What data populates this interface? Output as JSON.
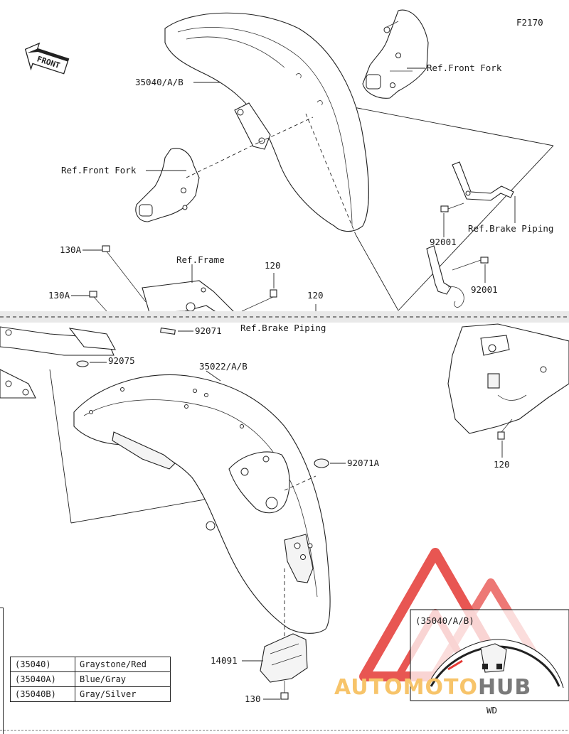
{
  "diagram": {
    "code": "F2170",
    "front_arrow": "FRONT",
    "callouts": {
      "front_fender": "35040/A/B",
      "ref_front_fork_right": "Ref.Front Fork",
      "ref_front_fork_left": "Ref.Front Fork",
      "ref_brake_piping_upper": "Ref.Brake Piping",
      "ref_brake_piping_lower": "Ref.Brake Piping",
      "ref_frame": "Ref.Frame",
      "bolt_92001_a": "92001",
      "bolt_92001_b": "92001",
      "bolt_130a_a": "130A",
      "bolt_130a_b": "130A",
      "bolt_120_a": "120",
      "bolt_120_b": "120",
      "bolt_120_c": "120",
      "part_92071": "92071",
      "part_92075": "92075",
      "rear_fender": "35022/A/B",
      "part_92071a": "92071A",
      "part_14091": "14091",
      "bolt_130": "130"
    },
    "inset": {
      "title": "(35040/A/B)",
      "label": "WD"
    },
    "legend": [
      {
        "code": "(35040)",
        "color": "Graystone/Red"
      },
      {
        "code": "(35040A)",
        "color": "Blue/Gray"
      },
      {
        "code": "(35040B)",
        "color": "Gray/Silver"
      }
    ]
  },
  "watermark": {
    "part1": "AUTO",
    "part2": "MOTO",
    "part3": "HUB",
    "accent": "#f7c46a",
    "gray": "#7a7a7a",
    "logo_red": "#e53935"
  }
}
